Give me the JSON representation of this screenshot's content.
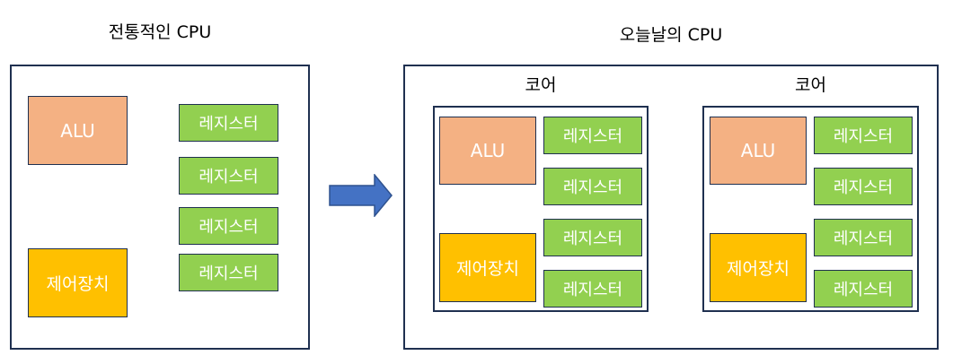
{
  "colors": {
    "alu_fill": "#F4B183",
    "control_fill": "#FFC000",
    "register_fill": "#92D050",
    "box_border": "#1F3050",
    "arrow_fill": "#4472C4",
    "arrow_border": "#2F528F",
    "title_text": "#000000",
    "block_text": "#FFFFFF"
  },
  "traditional_cpu": {
    "title": "전통적인 CPU",
    "alu_label": "ALU",
    "control_unit_label": "제어장치",
    "registers": [
      "레지스터",
      "레지스터",
      "레지스터",
      "레지스터"
    ]
  },
  "modern_cpu": {
    "title": "오늘날의 CPU",
    "cores": [
      {
        "label": "코어",
        "alu_label": "ALU",
        "control_unit_label": "제어장치",
        "registers": [
          "레지스터",
          "레지스터",
          "레지스터",
          "레지스터"
        ]
      },
      {
        "label": "코어",
        "alu_label": "ALU",
        "control_unit_label": "제어장치",
        "registers": [
          "레지스터",
          "레지스터",
          "레지스터",
          "레지스터"
        ]
      }
    ]
  }
}
